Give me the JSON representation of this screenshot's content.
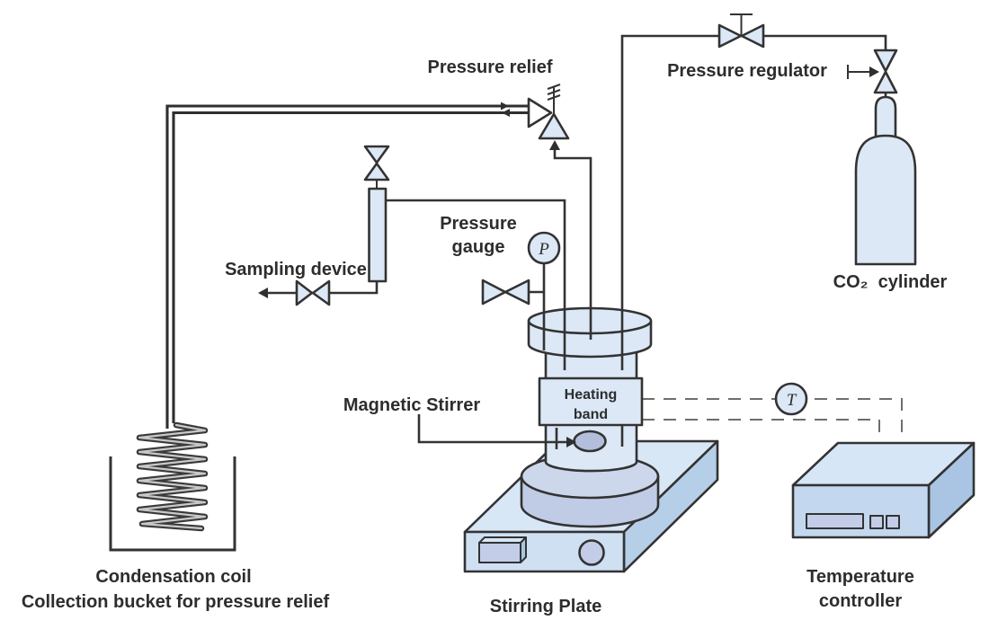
{
  "labels": {
    "pressure_relief": "Pressure relief",
    "pressure_regulator": "Pressure regulator",
    "co2_cylinder": "CO₂  cylinder",
    "sampling_device": "Sampling device",
    "pressure_gauge_l1": "Pressure",
    "pressure_gauge_l2": "gauge",
    "magnetic_stirrer": "Magnetic Stirrer",
    "heating_band_l1": "Heating",
    "heating_band_l2": "band",
    "condensation_coil": "Condensation coil",
    "collection_bucket": "Collection bucket for pressure relief",
    "stirring_plate": "Stirring Plate",
    "temperature_controller_l1": "Temperature",
    "temperature_controller_l2": "controller",
    "gauge_letter": "P",
    "sensor_letter": "T"
  },
  "colors": {
    "outline": "#333333",
    "fill_light": "#dce8f6",
    "fill_white": "#ffffff",
    "plate_top": "#d8e7f6",
    "plate_front": "#cfe0f2",
    "plate_side": "#b6cfe9",
    "box_top": "#d6e6f6",
    "box_front": "#c3d8ee",
    "box_side": "#a9c5e3",
    "pedestal_top": "#ccd7ec",
    "pedestal_body": "#c0cce6",
    "accent_purple": "#c3cde8",
    "stir_bar": "#b3bedb",
    "text": "#2d2d2d"
  }
}
